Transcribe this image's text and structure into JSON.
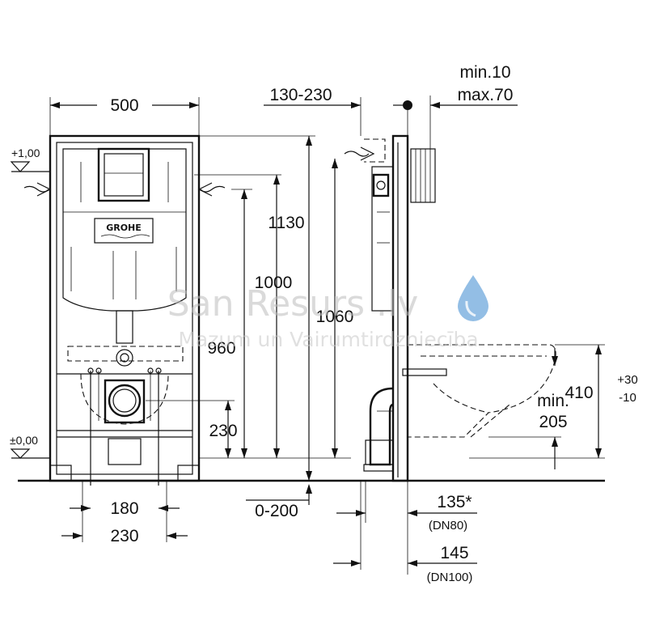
{
  "dimensions": {
    "frame_width": "500",
    "depth_range": "130-230",
    "wall_min": "min.10",
    "wall_max": "max.70",
    "h_1130": "1130",
    "h_1000": "1000",
    "h_1060": "1060",
    "h_960": "960",
    "h_230": "230",
    "w_180": "180",
    "w_230": "230",
    "adj_0_200": "0-200",
    "dn80_value": "135*",
    "dn80_label": "(DN80)",
    "dn100_value": "145",
    "dn100_label": "(DN100)",
    "bowl_height": "410",
    "tol_plus": "+30",
    "tol_minus": "-10",
    "bowl_min_label": "min.",
    "bowl_min_value": "205"
  },
  "levels": {
    "top": "+1,00",
    "floor": "±0,00"
  },
  "brand": "GROHE",
  "watermark": {
    "title": "San Resurs .lv",
    "subtitle": "Mazum un Vairumtirdzniecība"
  },
  "colors": {
    "line": "#111111",
    "watermark_drop": "#6fa8dc"
  }
}
